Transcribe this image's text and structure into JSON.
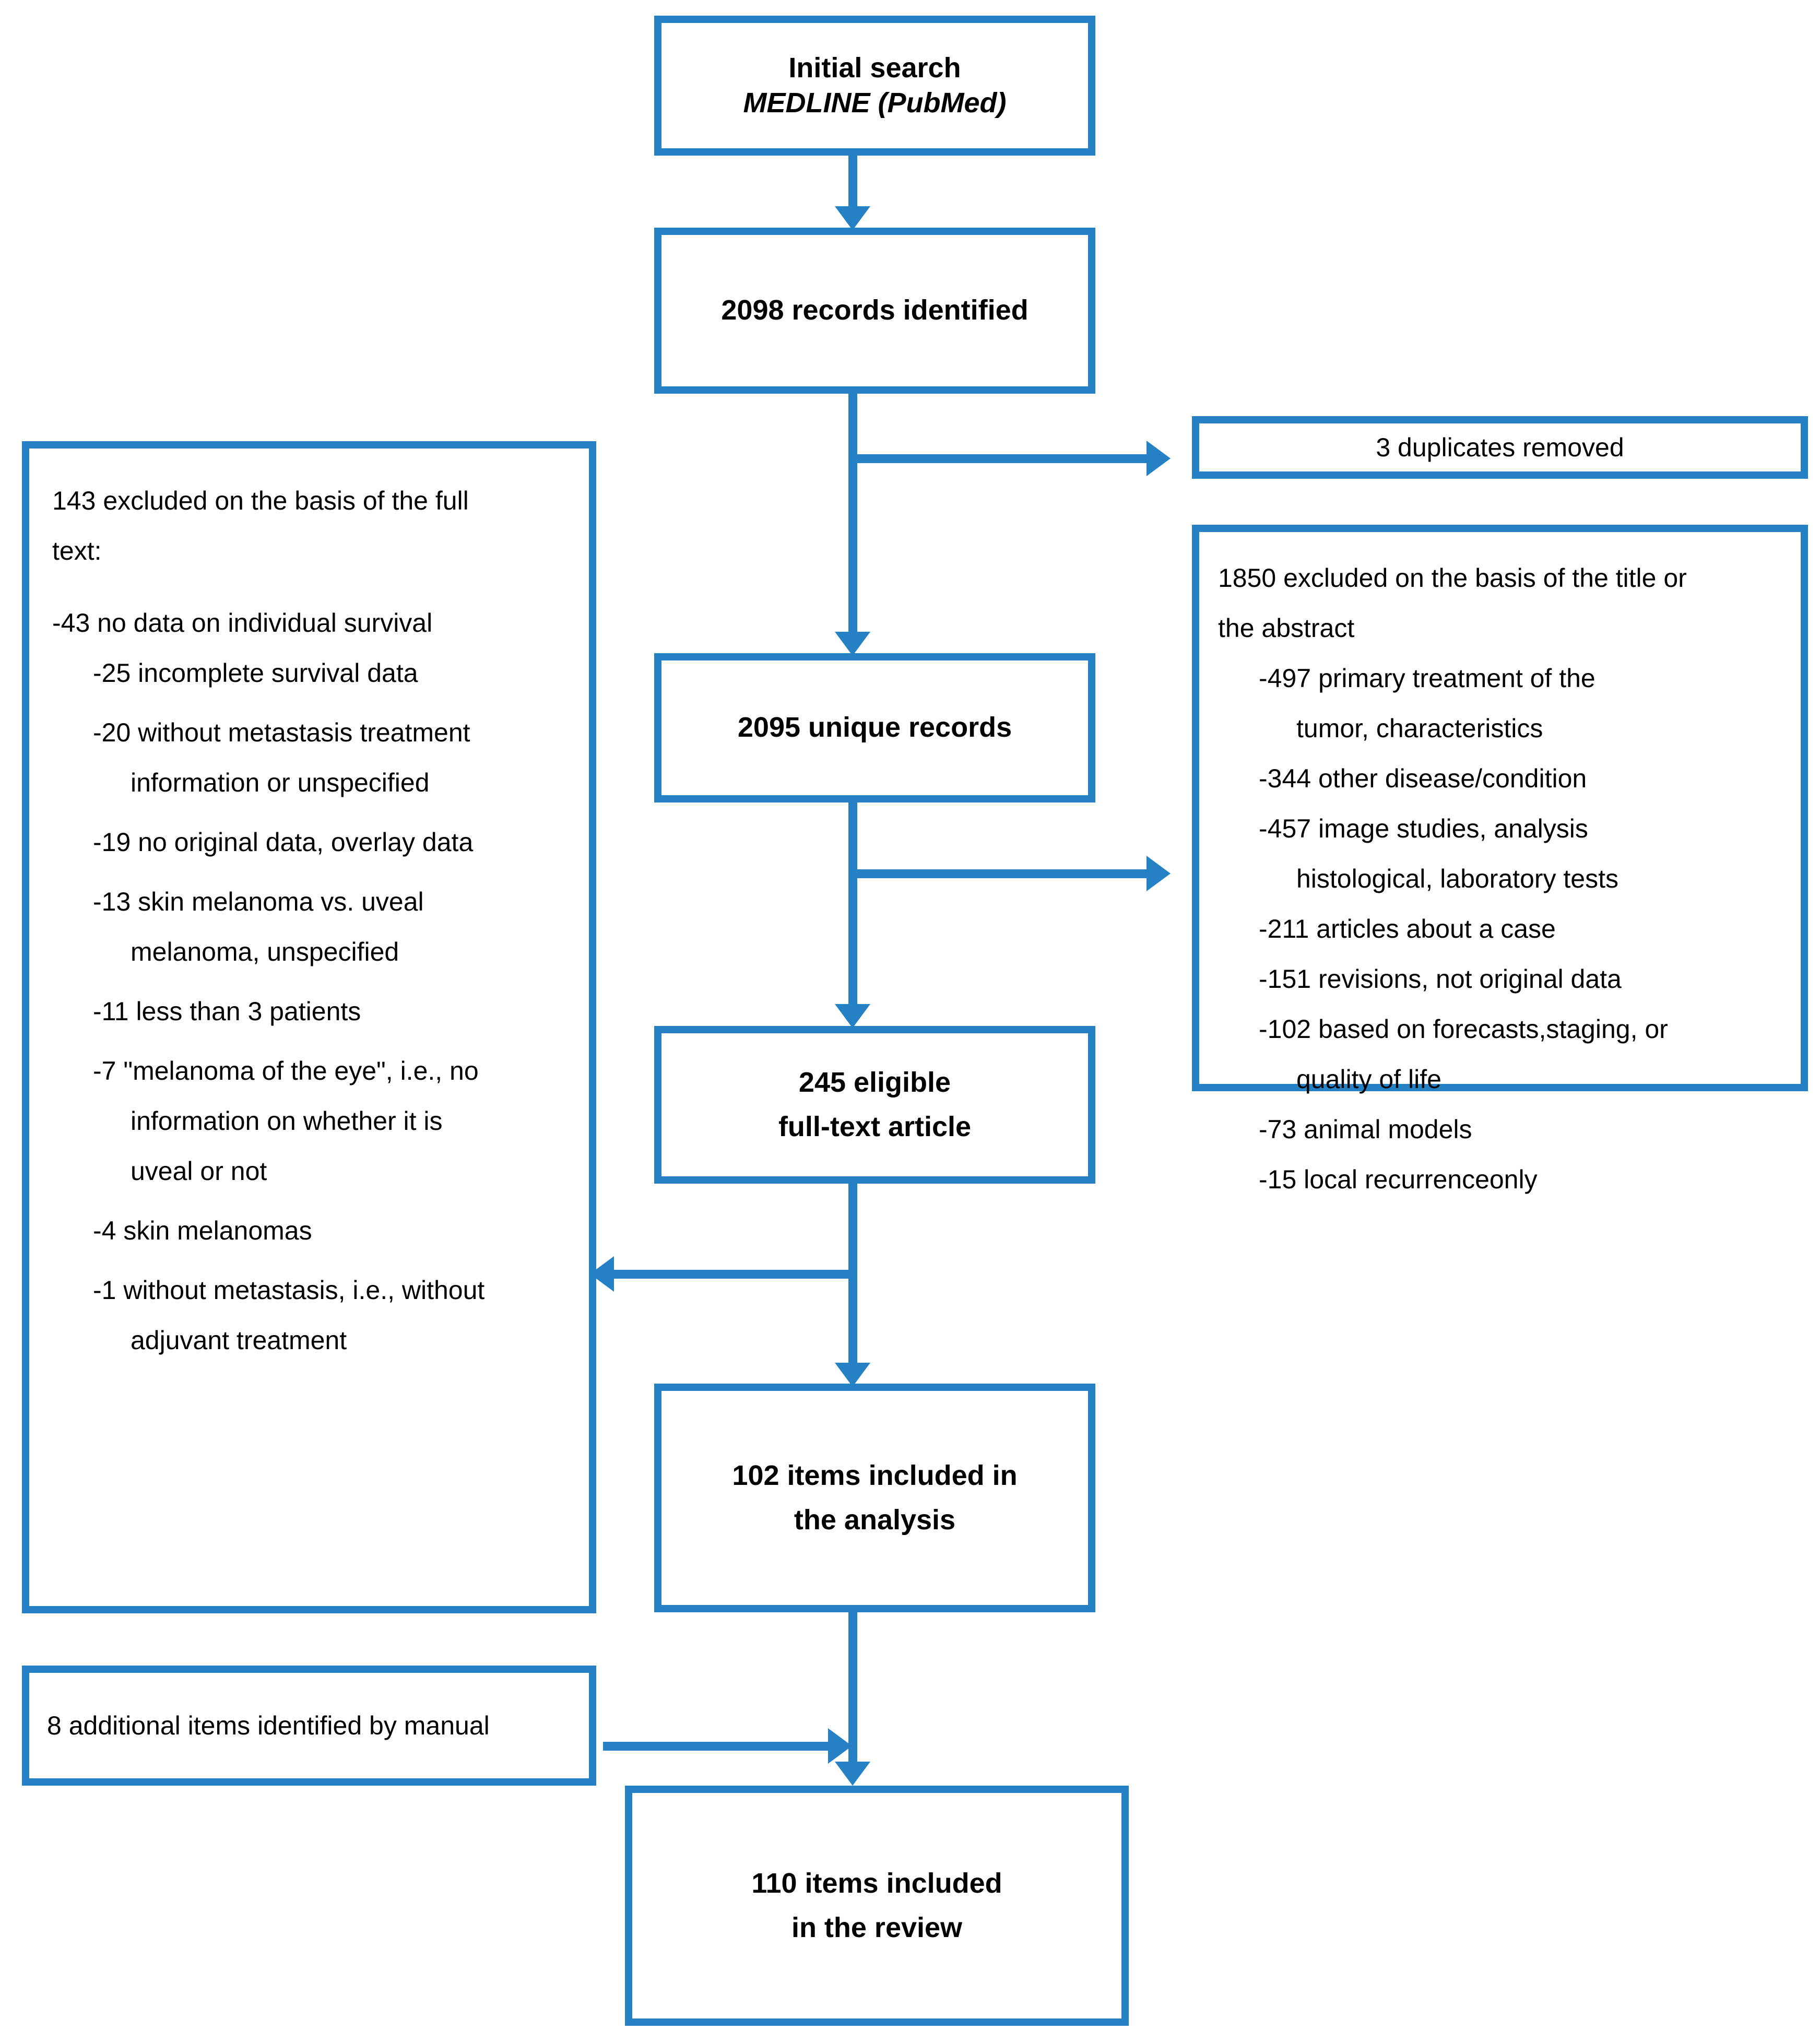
{
  "colors": {
    "accent": "#2581C4",
    "text": "#000000",
    "background": "#ffffff"
  },
  "diagram": {
    "type": "prisma-flow",
    "nodes": {
      "initial_search": {
        "line1": "Initial search",
        "line2": "MEDLINE (PubMed)"
      },
      "records_identified": {
        "line1": "2098 records identified"
      },
      "unique_records": {
        "line1": "2095 unique records"
      },
      "eligible": {
        "line1": "245 eligible",
        "line2": "full-text article"
      },
      "included_analysis": {
        "line1": "102 items included in",
        "line2": "the analysis"
      },
      "included_review": {
        "line1": "110 items included",
        "line2": "in the review"
      },
      "duplicates": {
        "line1": "3 duplicates removed"
      },
      "manual_items": {
        "line1": "8 additional items identified by manual"
      }
    },
    "excluded_fulltext": {
      "heading": "143 excluded on the basis of the full text:",
      "items": [
        "-43 no data on individual survival",
        "-25 incomplete survival data",
        "-20 without metastasis treatment information or unspecified",
        "-19 no original data, overlay data",
        "-13 skin melanoma vs. uveal melanoma, unspecified",
        "-11    less than 3 patients",
        "-7 \"melanoma of the eye\", i.e., no information on whether it is uveal or not",
        "-4    skin melanomas",
        "-1 without metastasis, i.e., without adjuvant treatment"
      ]
    },
    "excluded_title_abstract": {
      "heading": "1850 excluded on the basis of the title or the abstract",
      "items": [
        "-497 primary treatment of the tumor, characteristics",
        "-344 other disease/condition",
        "-457 image studies, analysis histological, laboratory tests",
        "-211 articles about a case",
        "-151 revisions, not original data",
        "-102 based on forecasts,staging, or quality of life",
        "-73 animal models",
        "-15 local recurrenceonly"
      ]
    }
  },
  "text": {
    "initial_search_l1": "Initial search",
    "initial_search_l2": "MEDLINE (PubMed)",
    "records_identified": "2098 records identified",
    "duplicates_removed": "3 duplicates removed",
    "unique_records": "2095 unique records",
    "eligible_l1": "245 eligible",
    "eligible_l2": "full-text article",
    "analysis_l1": "102 items included in",
    "analysis_l2": "the analysis",
    "manual_items": "8 additional items identified by manual",
    "review_l1": "110 items included",
    "review_l2": "in the review",
    "ft_head": "143 excluded on the basis of the full",
    "ft_head2": "text:",
    "ft_1": "-43 no data on individual survival",
    "ft_2": "-25 incomplete survival data",
    "ft_3a": "-20 without metastasis treatment",
    "ft_3b": "information or unspecified",
    "ft_4": "-19 no original data, overlay data",
    "ft_5a": "-13   skin   melanoma   vs.   uveal",
    "ft_5b": "melanoma, unspecified",
    "ft_6": "-11    less than 3 patients",
    "ft_7a": "-7 \"melanoma of the eye\", i.e., no",
    "ft_7b": "information  on  whether  it  is",
    "ft_7c": "uveal or not",
    "ft_8": "-4    skin melanomas",
    "ft_9a": "-1 without metastasis, i.e., without",
    "ft_9b": "adjuvant treatment",
    "ta_head_a": "1850 excluded on the basis of the title or",
    "ta_head_b": "the abstract",
    "ta_1a": "-497 primary treatment of the",
    "ta_1b": "tumor, characteristics",
    "ta_2": "-344 other disease/condition",
    "ta_3a": "-457 image studies, analysis",
    "ta_3b": "histological, laboratory tests",
    "ta_4": "-211 articles about a case",
    "ta_5": "-151 revisions, not original data",
    "ta_6a": "-102 based on forecasts,staging, or",
    "ta_6b": "quality of life",
    "ta_7": "-73 animal models",
    "ta_8": "-15 local recurrenceonly"
  }
}
